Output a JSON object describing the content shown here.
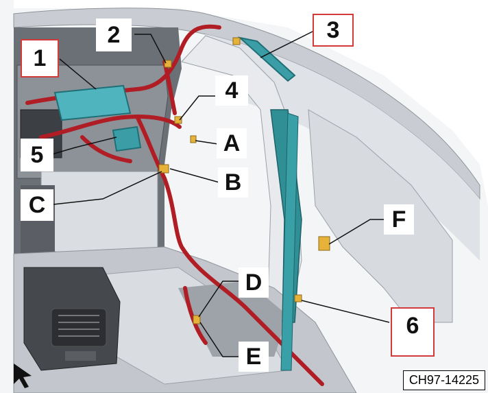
{
  "callouts": {
    "c1": "1",
    "c2": "2",
    "c3": "3",
    "c4": "4",
    "c5": "5",
    "c6": "6",
    "cA": "A",
    "cB": "B",
    "cC": "C",
    "cD": "D",
    "cE": "E",
    "cF": "F"
  },
  "reference_code": "CH97-14225",
  "colors": {
    "harness": "#b01d24",
    "airbag": "#2f8f95",
    "connector": "#e7b23a",
    "highlight_border": "#d23a3a",
    "body_light": "#eef0f3",
    "body_mid": "#c5c9cf",
    "body_dark": "#3a3d42"
  }
}
